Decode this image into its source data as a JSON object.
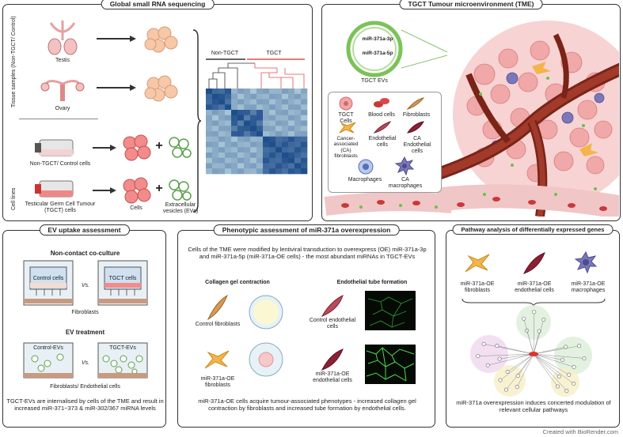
{
  "panels": {
    "rna": {
      "title": "Global small RNA sequencing",
      "side_tissue": "Tissue samples (Non-TGCT/ Control)",
      "side_cells": "Cell lines",
      "testis": "Testis",
      "ovary": "Ovary",
      "nontgct_cells": "Non-TGCT/ Control cells",
      "tgct_cells": "Testicular Germ Cell Tumour (TGCT) cells",
      "cells": "Cells",
      "evs": "Extracellular vesicles (EVs)",
      "heat_nontgct": "Non-TGCT",
      "heat_tgct": "TGCT",
      "plus": "+"
    },
    "tme": {
      "title": "TGCT Tumour microenvironment (TME)",
      "mir3p": "miR-371a-3p",
      "mir5p": "miR-371a-5p",
      "tgct_evs": "TGCT EVs",
      "legend": [
        "TGCT Cells",
        "Blood cells",
        "Fibroblasts",
        "Cancer-associated (CA) fibroblasts",
        "Endothelial cells",
        "CA Endothelial cells",
        "Macrophages",
        "CA macrophages"
      ]
    },
    "ev": {
      "title": "EV uptake assessment",
      "noncontact": "Non-contact co-culture",
      "control_cells": "Control cells",
      "tgct_cells": "TGCT cells",
      "vs": "Vs.",
      "fibroblasts": "Fibroblasts",
      "ev_treatment": "EV treatment",
      "control_evs": "Control-EVs",
      "tgct_evs": "TGCT-EVs",
      "fib_endo": "Fibroblasts/ Endothelial cells",
      "summary": "TGCT-EVs are internalised by cells of the TME and result in increased miR-371~373 & miR-302/367 miRNA levels"
    },
    "pheno": {
      "title": "Phenotypic assessment of miR-371a overexpression",
      "intro": "Cells of the TME were modified by lentiviral transduction to overexpress (OE) miR-371a-3p and miR-371a-5p (miR-371a-OE cells) - the most abundant miRNAs in TGCT-EVs",
      "collagen": "Collagen gel contraction",
      "tube": "Endothelial tube formation",
      "control_fib": "Control fibroblasts",
      "oe_fib": "miR-371a-OE fibroblasts",
      "control_endo": "Control endothelial cells",
      "oe_endo": "miR-371a-OE endothelial cells",
      "summary": "miR-371a-OE cells acquire tumour-associated phenotypes - increased collagen gel contraction by fibroblasts and increased tube formation by endothelial cells."
    },
    "path": {
      "title": "Pathway analysis of differentially expressed genes",
      "fib": "miR-371a-OE fibroblasts",
      "endo": "miR-371a-OE endothelial cells",
      "mac": "miR-371a-OE macrophages",
      "summary": "miR-371a overexpression induces concerted modulation of relevant cellular pathways"
    }
  },
  "credit": "Created with BioRender.com",
  "colors": {
    "tgct_red": "#e05050",
    "heat_dark": "#1f4e8c",
    "heat_light": "#d8eef0",
    "vessel": "#7a2418"
  }
}
